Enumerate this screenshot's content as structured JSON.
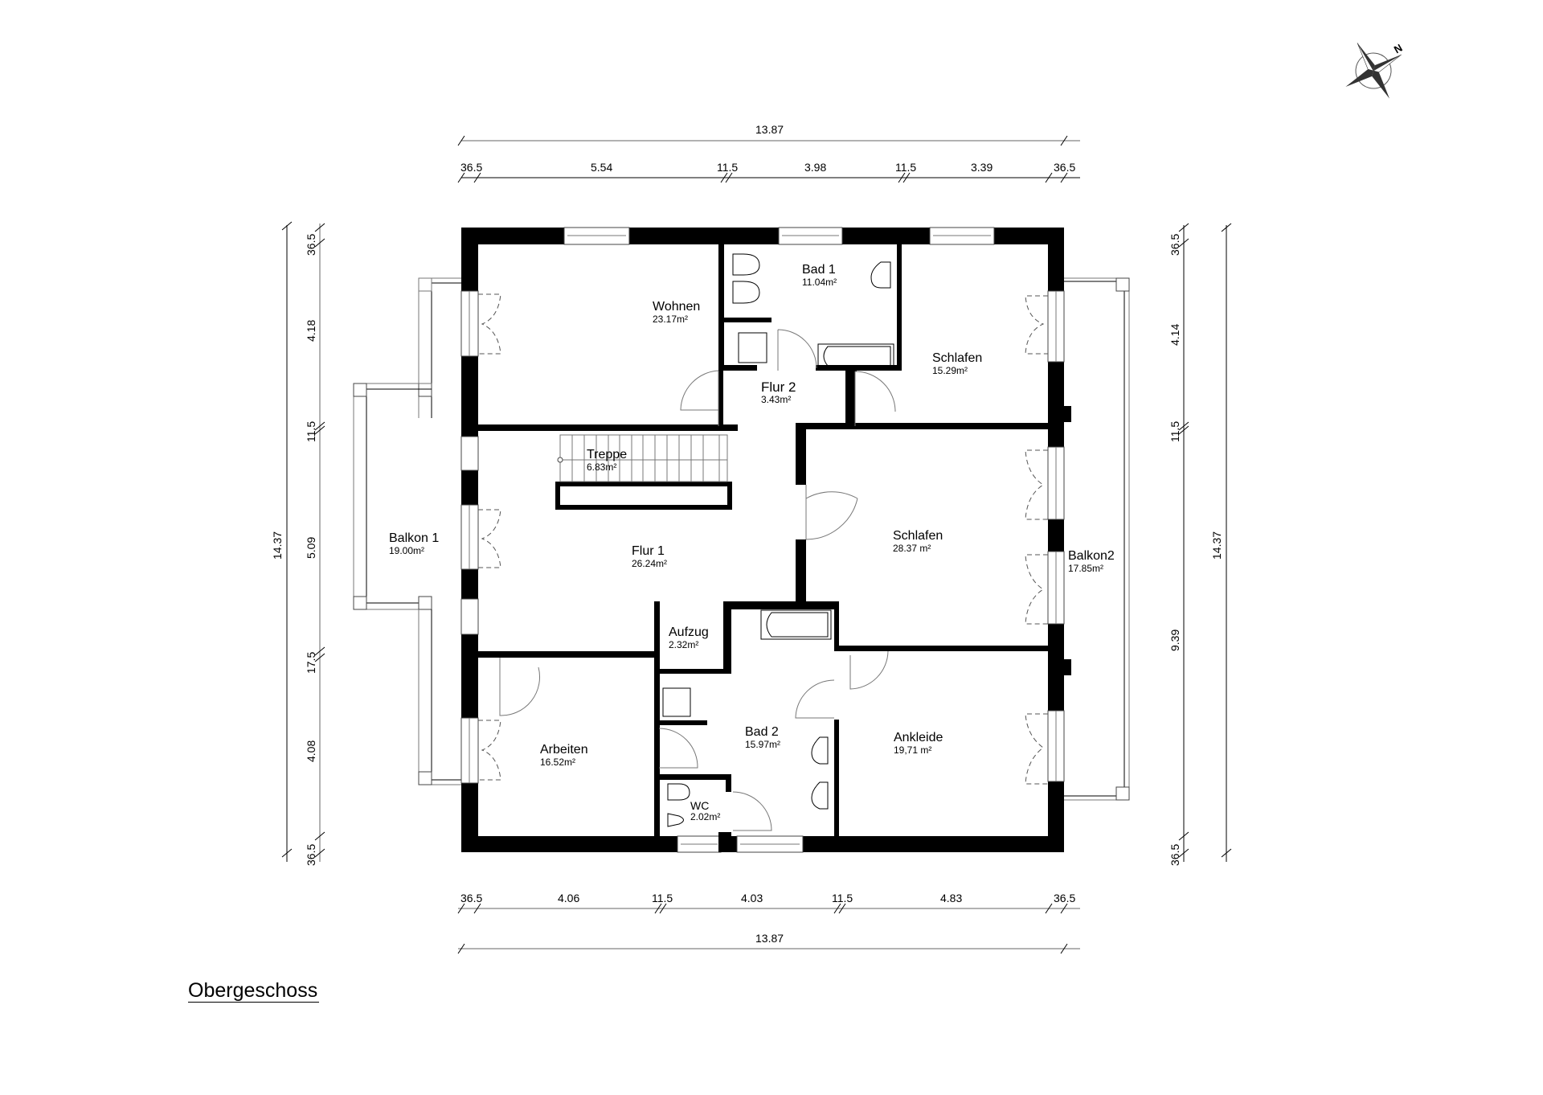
{
  "drawing": {
    "title": "Obergeschoss",
    "north_label": "N"
  },
  "rooms": [
    {
      "name": "Wohnen",
      "area": "23.17m²"
    },
    {
      "name": "Bad 1",
      "area": "11.04m²"
    },
    {
      "name": "Schlafen",
      "area": "15.29m²"
    },
    {
      "name": "Flur 2",
      "area": "3.43m²"
    },
    {
      "name": "Treppe",
      "area": "6.83m²"
    },
    {
      "name": "Flur 1",
      "area": "26.24m²"
    },
    {
      "name": "Schlafen",
      "area": "28.37 m²"
    },
    {
      "name": "Balkon 1",
      "area": "19.00m²"
    },
    {
      "name": "Balkon2",
      "area": "17.85m²"
    },
    {
      "name": "Aufzug",
      "area": "2.32m²"
    },
    {
      "name": "Arbeiten",
      "area": "16.52m²"
    },
    {
      "name": "Bad 2",
      "area": "15.97m²"
    },
    {
      "name": "Ankleide",
      "area": "19,71 m²"
    },
    {
      "name": "WC",
      "area": "2.02m²"
    }
  ],
  "dimensions": {
    "top": {
      "total": "13.87",
      "segments": [
        "36.5",
        "5.54",
        "11.5",
        "3.98",
        "11.5",
        "3.39",
        "36.5"
      ]
    },
    "bottom": {
      "total": "13.87",
      "segments": [
        "36.5",
        "4.06",
        "11.5",
        "4.03",
        "11.5",
        "4.83",
        "36.5"
      ]
    },
    "left": {
      "total": "14.37",
      "segments": [
        "36.5",
        "4.18",
        "11.5",
        "5.09",
        "17.5",
        "4.08",
        "36.5"
      ]
    },
    "right": {
      "total": "14.37",
      "segments": [
        "36.5",
        "4.14",
        "11.5",
        "9.39",
        "36.5"
      ]
    }
  }
}
